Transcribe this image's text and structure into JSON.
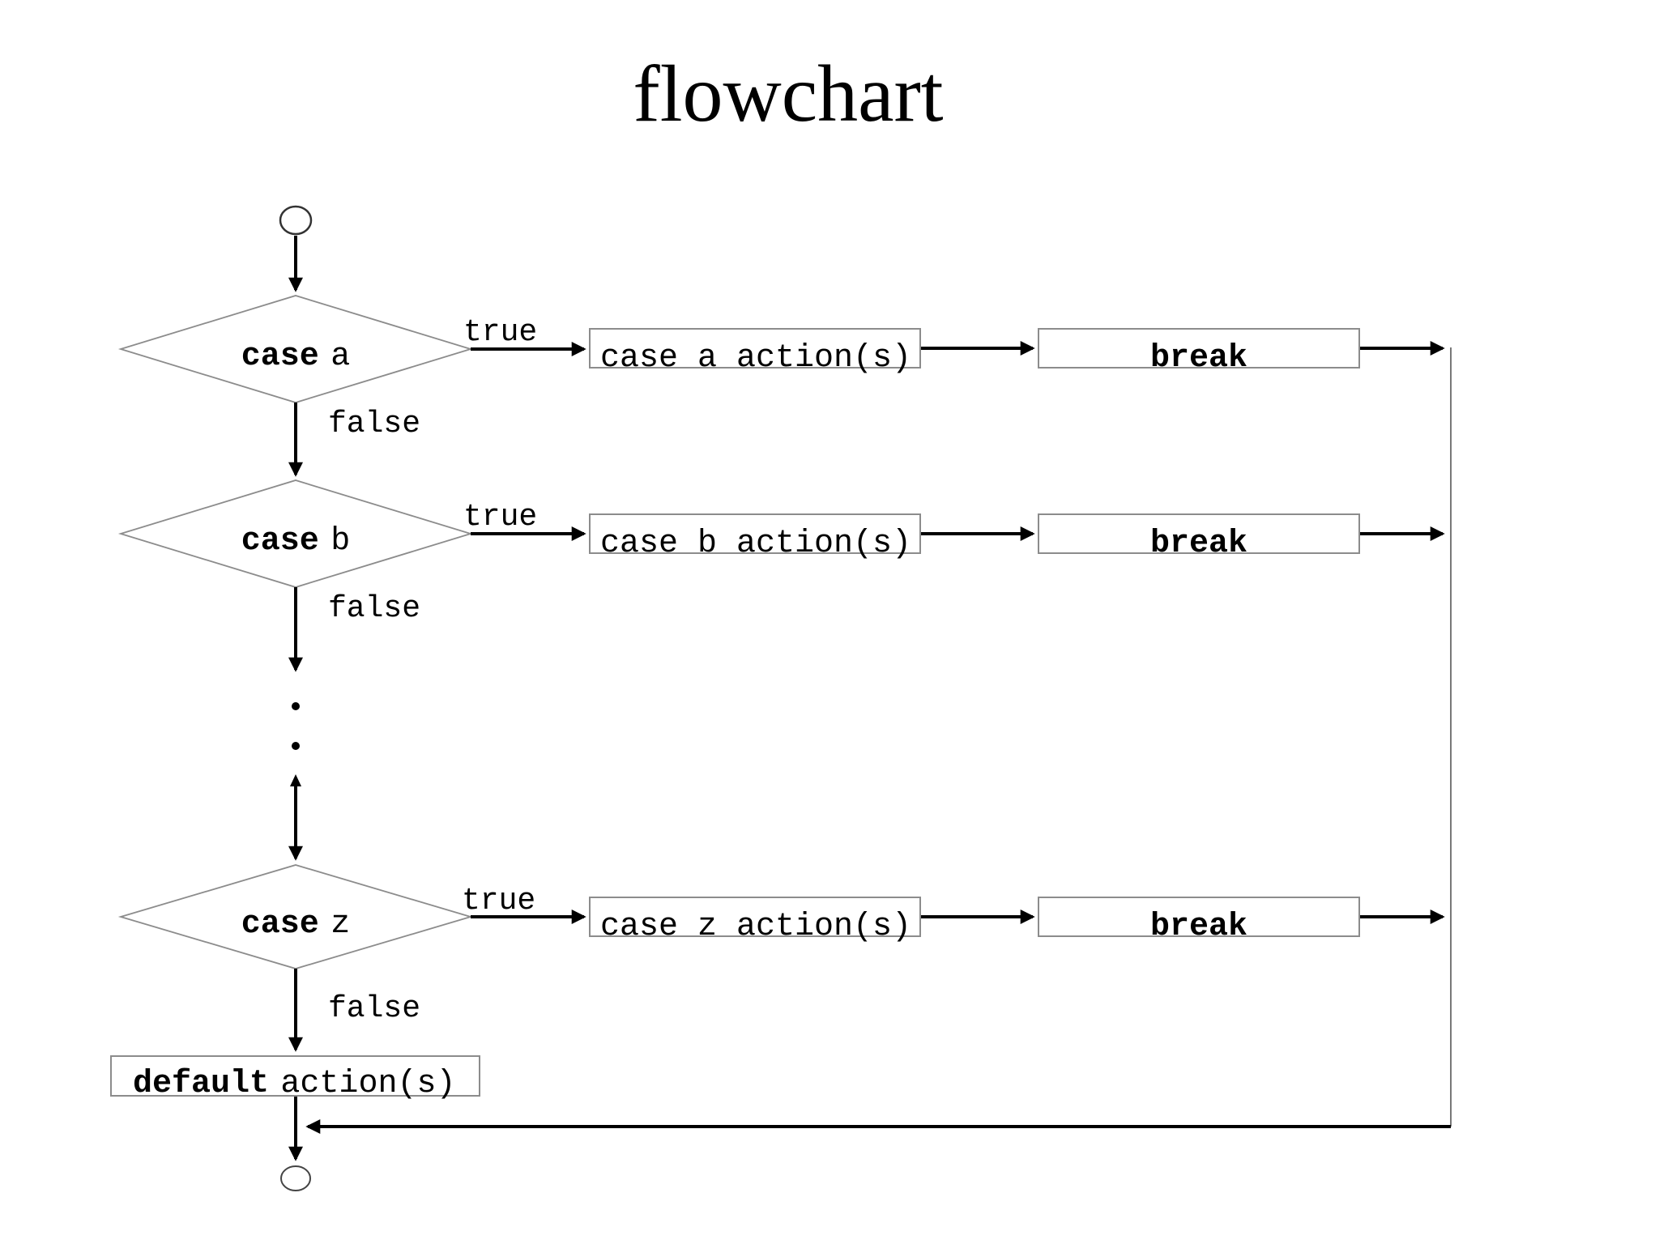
{
  "title": "flowchart",
  "branch_labels": {
    "true_label": "true",
    "false_label": "false"
  },
  "rows": [
    {
      "case_keyword": "case",
      "case_operand": "a",
      "action_label": "case a action(s)",
      "break_label": "break"
    },
    {
      "case_keyword": "case",
      "case_operand": "b",
      "action_label": "case b action(s)",
      "break_label": "break"
    },
    {
      "case_keyword": "case",
      "case_operand": "z",
      "action_label": "case z action(s)",
      "break_label": "break"
    }
  ],
  "default_node": {
    "keyword": "default",
    "suffix": "action(s)"
  },
  "colors": {
    "line": "#000000",
    "shape_border": "#8c8c8c",
    "merge_line": "#787878",
    "background": "#ffffff"
  }
}
